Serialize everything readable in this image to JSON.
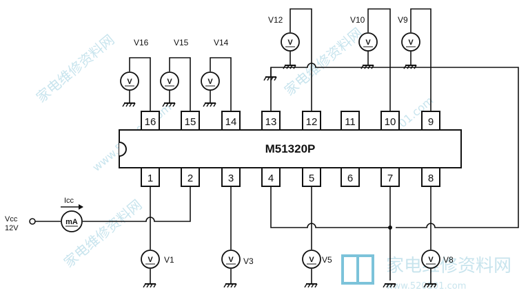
{
  "chip": {
    "name": "M51320P"
  },
  "pins_top": [
    "16",
    "15",
    "14",
    "13",
    "12",
    "11",
    "10",
    "9"
  ],
  "pins_bottom": [
    "1",
    "2",
    "3",
    "4",
    "5",
    "6",
    "7",
    "8"
  ],
  "voltmeter_symbol": "V",
  "ammeter_symbol": "mA",
  "meters": {
    "v16": "V16",
    "v15": "V15",
    "v14": "V14",
    "v12": "V12",
    "v10": "V10",
    "v9": "V9",
    "v1": "V1",
    "v3": "V3",
    "v5": "V5",
    "v8": "V8"
  },
  "supply": {
    "vcc": "Vcc",
    "voltage": "12V",
    "icc": "Icc"
  },
  "watermark": {
    "text": "家电维修资料网",
    "url": "www.520101.com"
  }
}
